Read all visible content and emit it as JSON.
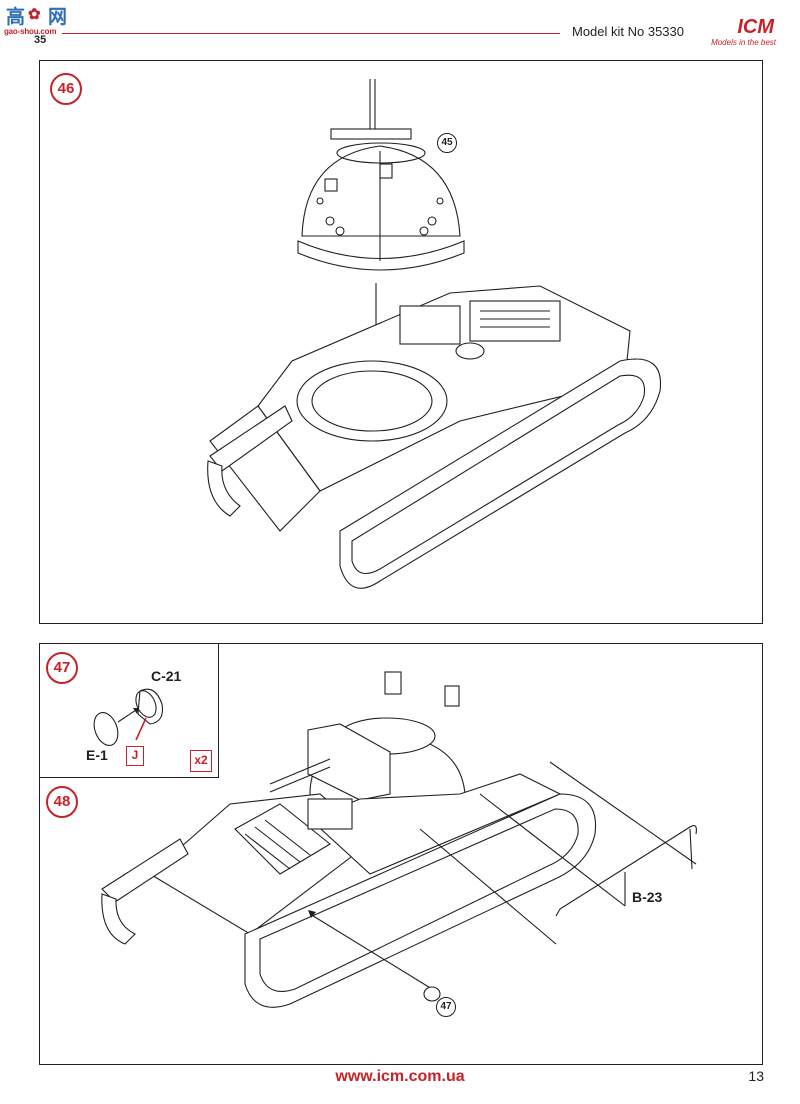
{
  "header": {
    "watermark_glyph_1": "高",
    "watermark_glyph_2": "网",
    "watermark_url": "gao-shou.com",
    "watermark_partial": "35",
    "kit_label": "Model kit No 35330",
    "logo_text": "ICM",
    "logo_tagline": "Models in the best"
  },
  "steps": {
    "step46": {
      "number": "46",
      "ref": "45"
    },
    "step47": {
      "number": "47",
      "part_a": "C-21",
      "part_b": "E-1",
      "glue_code": "J",
      "multiplier": "x2"
    },
    "step48": {
      "number": "48",
      "part": "B-23",
      "ref": "47"
    }
  },
  "footer": {
    "url": "www.icm.com.ua",
    "page_number": "13"
  },
  "colors": {
    "accent_red": "#c7222a",
    "line": "#231f20",
    "watermark_blue": "#2f6fb9"
  }
}
